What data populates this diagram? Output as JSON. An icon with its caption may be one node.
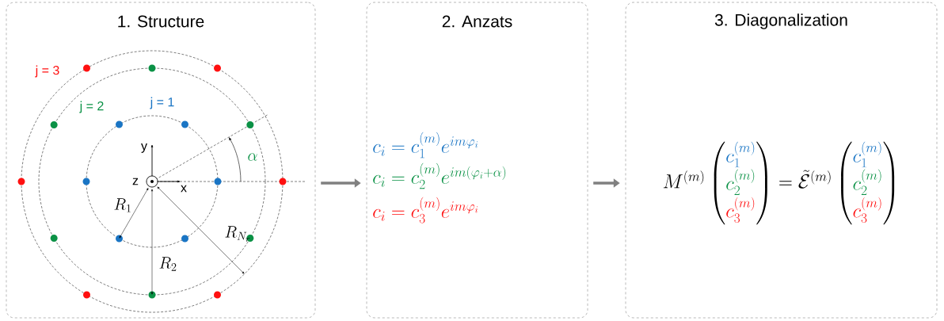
{
  "diagram": {
    "nodes": [
      {
        "text": [
          "1. Structure"
        ]
      },
      {
        "text": [
          "2. Anzats",
          "c_i = c_1^{(m)} e^{im\\varphi_i}",
          "c_i = c_2^{(m)} e^{im(\\varphi_i+\\alpha)}",
          "c_i = c_3^{(m)} e^{im\\varphi_i}"
        ]
      },
      {
        "text": [
          "3. Diagonalization",
          "M^{(m)}\\begin{pmatrix}\\textcolor{jblue}{c_1^{(m)}}\\\\ \\textcolor{jgreen}{c_2^{(m)}}\\\\ \\textcolor{jred}{c_3^{(m)}}\\end{pmatrix} = \\tilde{\\mathcal{E}}^{(m)}\\begin{pmatrix}\\textcolor{jblue}{c_1^{(m)}}\\\\ \\textcolor{jgreen}{c_2^{(m)}}\\\\ \\textcolor{jred}{c_3^{(m)}}\\end{pmatrix}"
        ]
      }
    ],
    "edges": [
      {
        "from": 0,
        "to": 1,
        "arrow": "to"
      },
      {
        "from": 1,
        "to": 2,
        "arrow": "to"
      }
    ],
    "labels": [
      "j = 3",
      "j = 2",
      "j = 1",
      "y",
      "z",
      "x",
      "\\alpha",
      "R_1",
      "R_{N_r}",
      "R_2"
    ]
  }
}
